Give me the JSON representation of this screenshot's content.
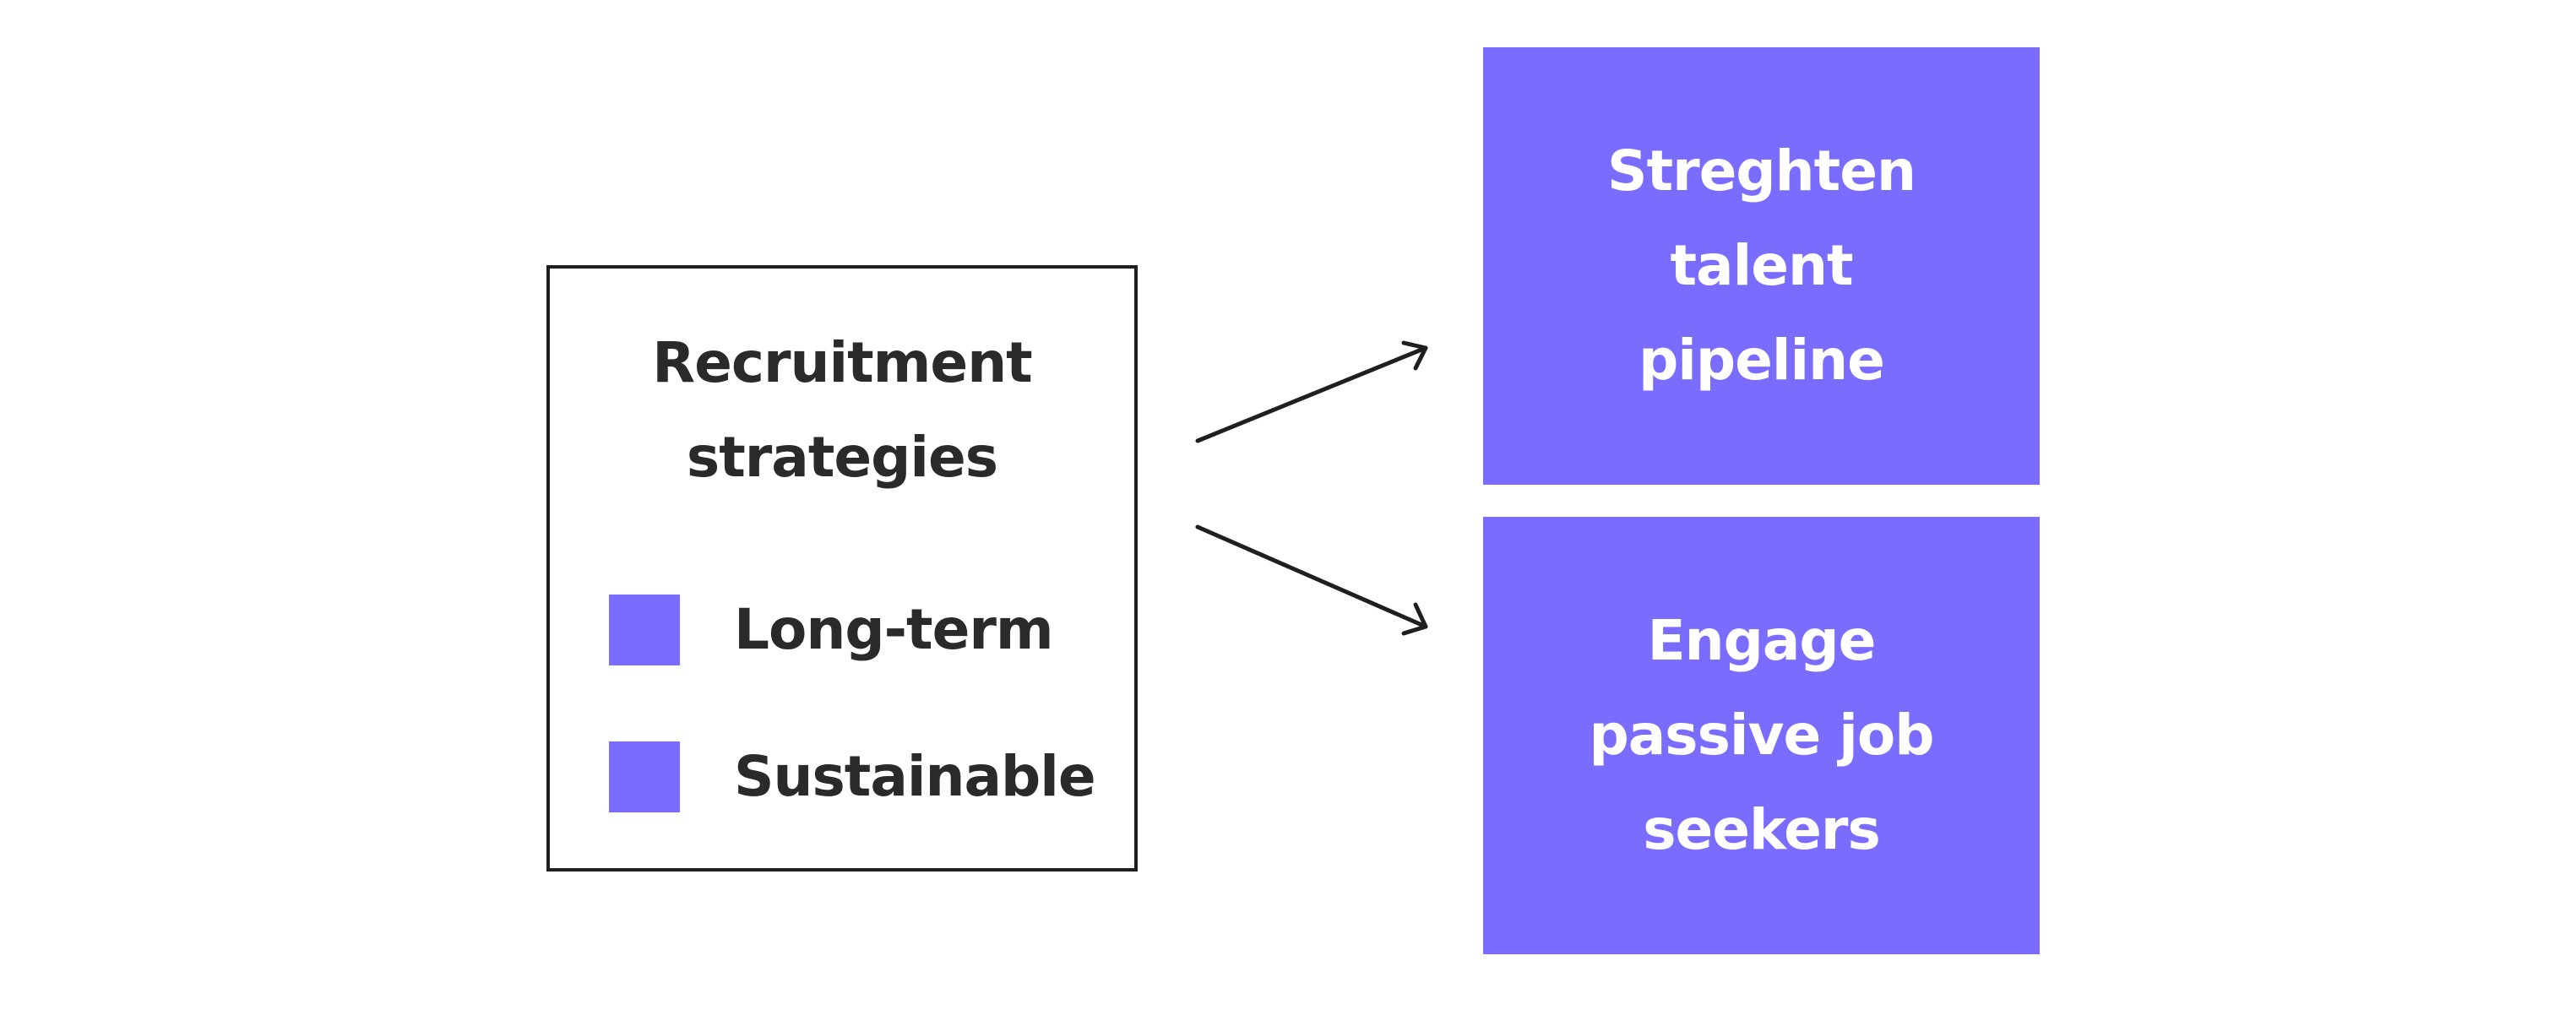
{
  "colors": {
    "accent": "#7a6cff",
    "text": "#2a2a2a",
    "outline": "#1f1f1f",
    "on_accent": "#ffffff"
  },
  "source": {
    "title_lines": [
      "Recruitment",
      "strategies"
    ],
    "legend": [
      {
        "label": "Long-term"
      },
      {
        "label": "Sustainable"
      }
    ]
  },
  "targets": [
    {
      "lines": [
        "Streghten",
        "talent",
        "pipeline"
      ]
    },
    {
      "lines": [
        "Engage",
        "passive job",
        "seekers"
      ]
    }
  ]
}
